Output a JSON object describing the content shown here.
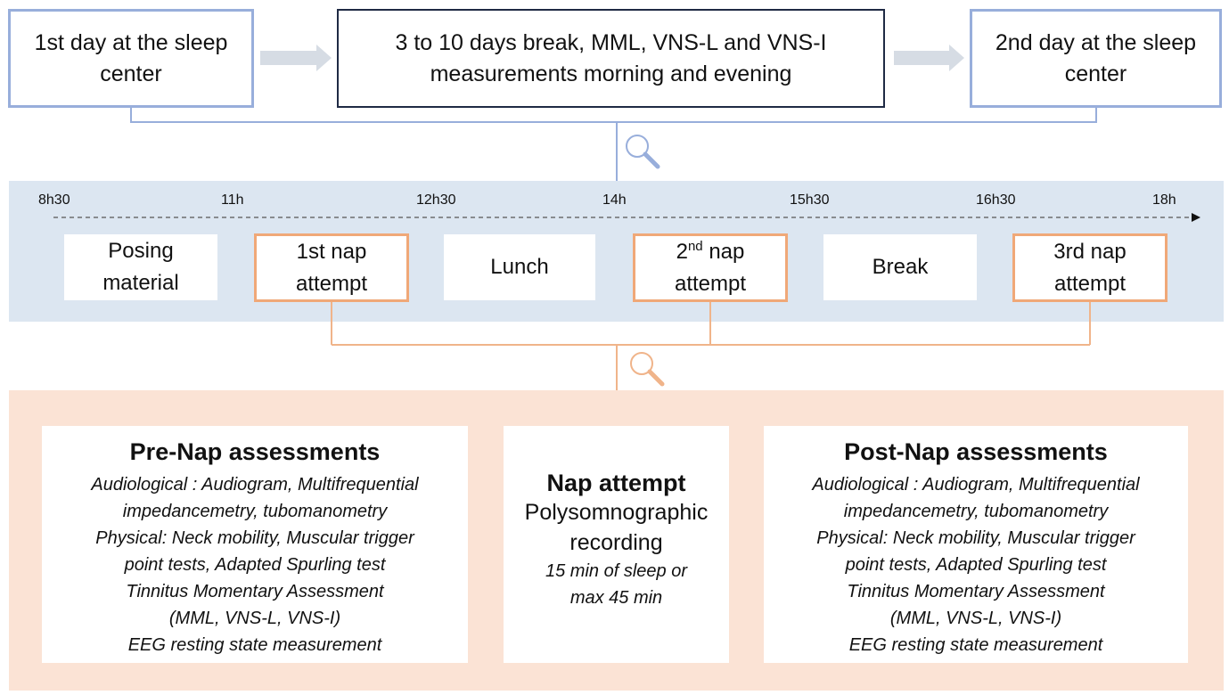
{
  "top": {
    "day1": "1st day at the sleep center",
    "break_line1": "3 to 10 days break, MML, VNS-L and VNS-I",
    "break_line2": "measurements morning and evening",
    "day2": "2nd day at the sleep center"
  },
  "timeline": {
    "times": [
      "8h30",
      "11h",
      "12h30",
      "14h",
      "15h30",
      "16h30",
      "18h"
    ],
    "activities": {
      "posing": "Posing material",
      "nap1": "1st nap attempt",
      "lunch": "Lunch",
      "nap2_num": "2",
      "nap2_sup": "nd",
      "nap2_rest": " nap",
      "nap2_line2": "attempt",
      "break": "Break",
      "nap3": "3rd nap attempt"
    }
  },
  "panels": {
    "pre": {
      "title": "Pre-Nap assessments",
      "lines": [
        "Audiological : Audiogram, Multifrequential",
        "impedancemetry, tubomanometry",
        "Physical: Neck mobility, Muscular trigger",
        "point tests, Adapted Spurling test",
        "Tinnitus Momentary Assessment",
        "(MML, VNS-L, VNS-I)",
        "EEG resting state measurement"
      ]
    },
    "nap": {
      "title": "Nap attempt",
      "line1": "Polysomnographic",
      "line2": "recording",
      "italic1": "15 min of sleep or",
      "italic2": "max 45 min"
    },
    "post": {
      "title": "Post-Nap assessments",
      "lines": [
        "Audiological : Audiogram, Multifrequential",
        "impedancemetry, tubomanometry",
        "Physical: Neck mobility, Muscular trigger",
        "point tests, Adapted Spurling test",
        "Tinnitus Momentary Assessment",
        "(MML, VNS-L, VNS-I)",
        "EEG resting state measurement"
      ]
    }
  },
  "colors": {
    "blue_border": "#98aedb",
    "blue_band": "#dce6f1",
    "peach_band": "#fbe3d5",
    "orange_border": "#f0a878",
    "arrow_gray": "#d6dce4"
  }
}
